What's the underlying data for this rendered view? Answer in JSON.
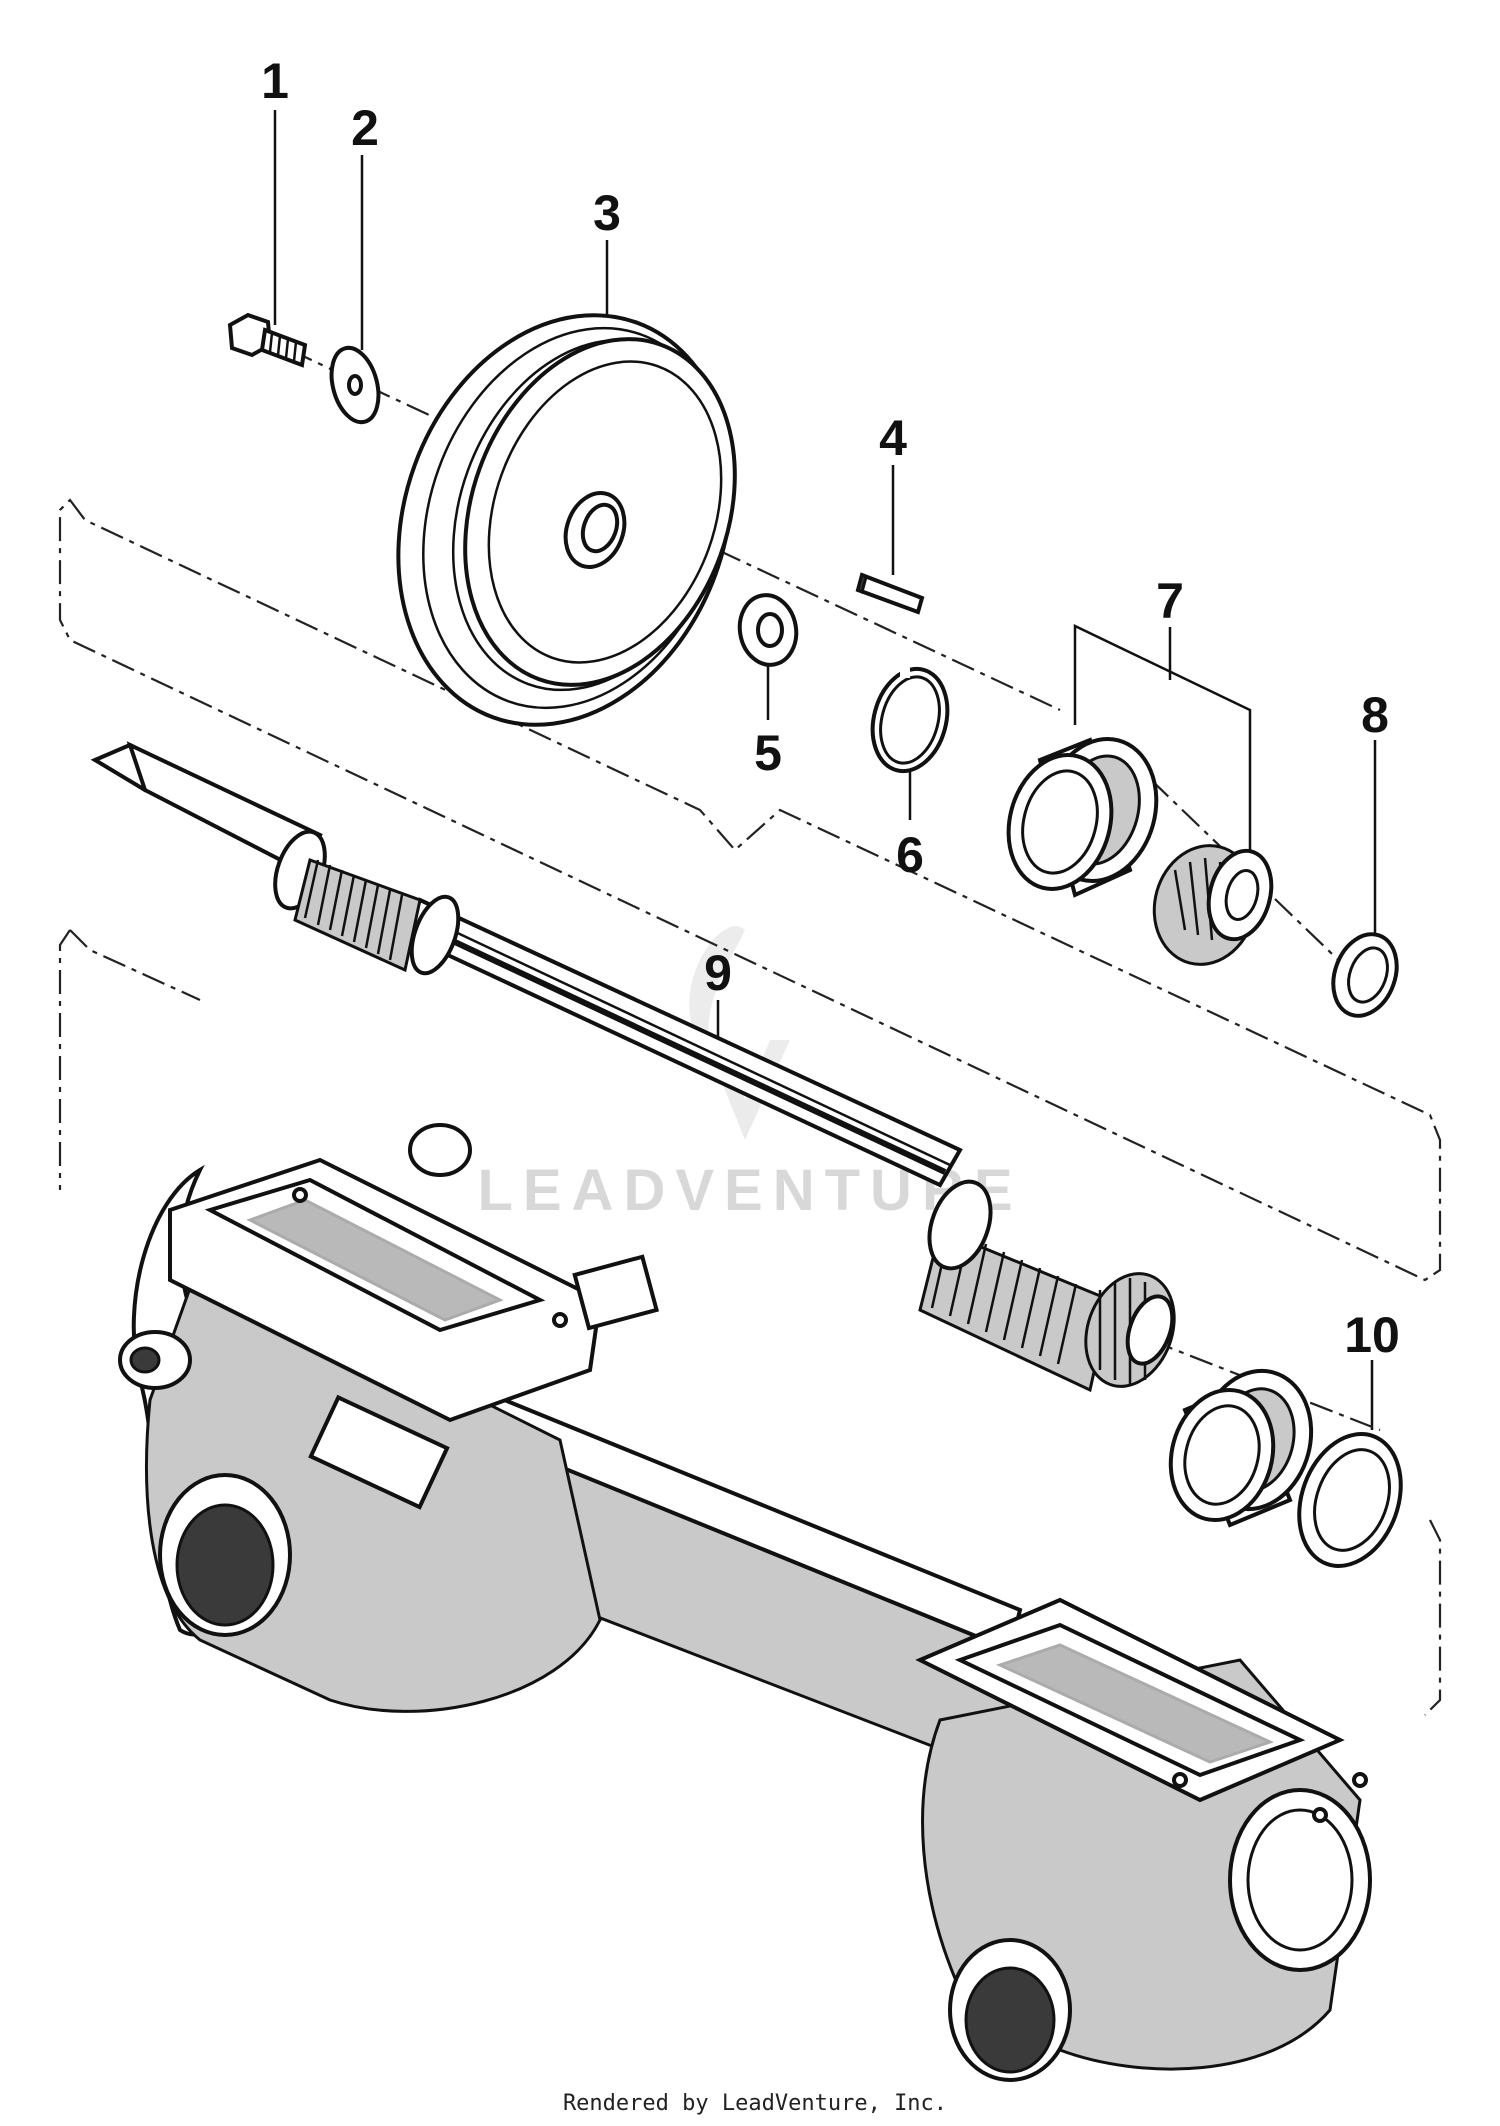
{
  "diagram": {
    "callouts": [
      {
        "id": "1",
        "label": "1"
      },
      {
        "id": "2",
        "label": "2"
      },
      {
        "id": "3",
        "label": "3"
      },
      {
        "id": "4",
        "label": "4"
      },
      {
        "id": "5",
        "label": "5"
      },
      {
        "id": "6",
        "label": "6"
      },
      {
        "id": "7",
        "label": "7"
      },
      {
        "id": "8",
        "label": "8"
      },
      {
        "id": "9",
        "label": "9"
      },
      {
        "id": "10",
        "label": "10"
      }
    ],
    "watermark": "LEADVENTURE",
    "footer": "Rendered by LeadVenture, Inc."
  }
}
